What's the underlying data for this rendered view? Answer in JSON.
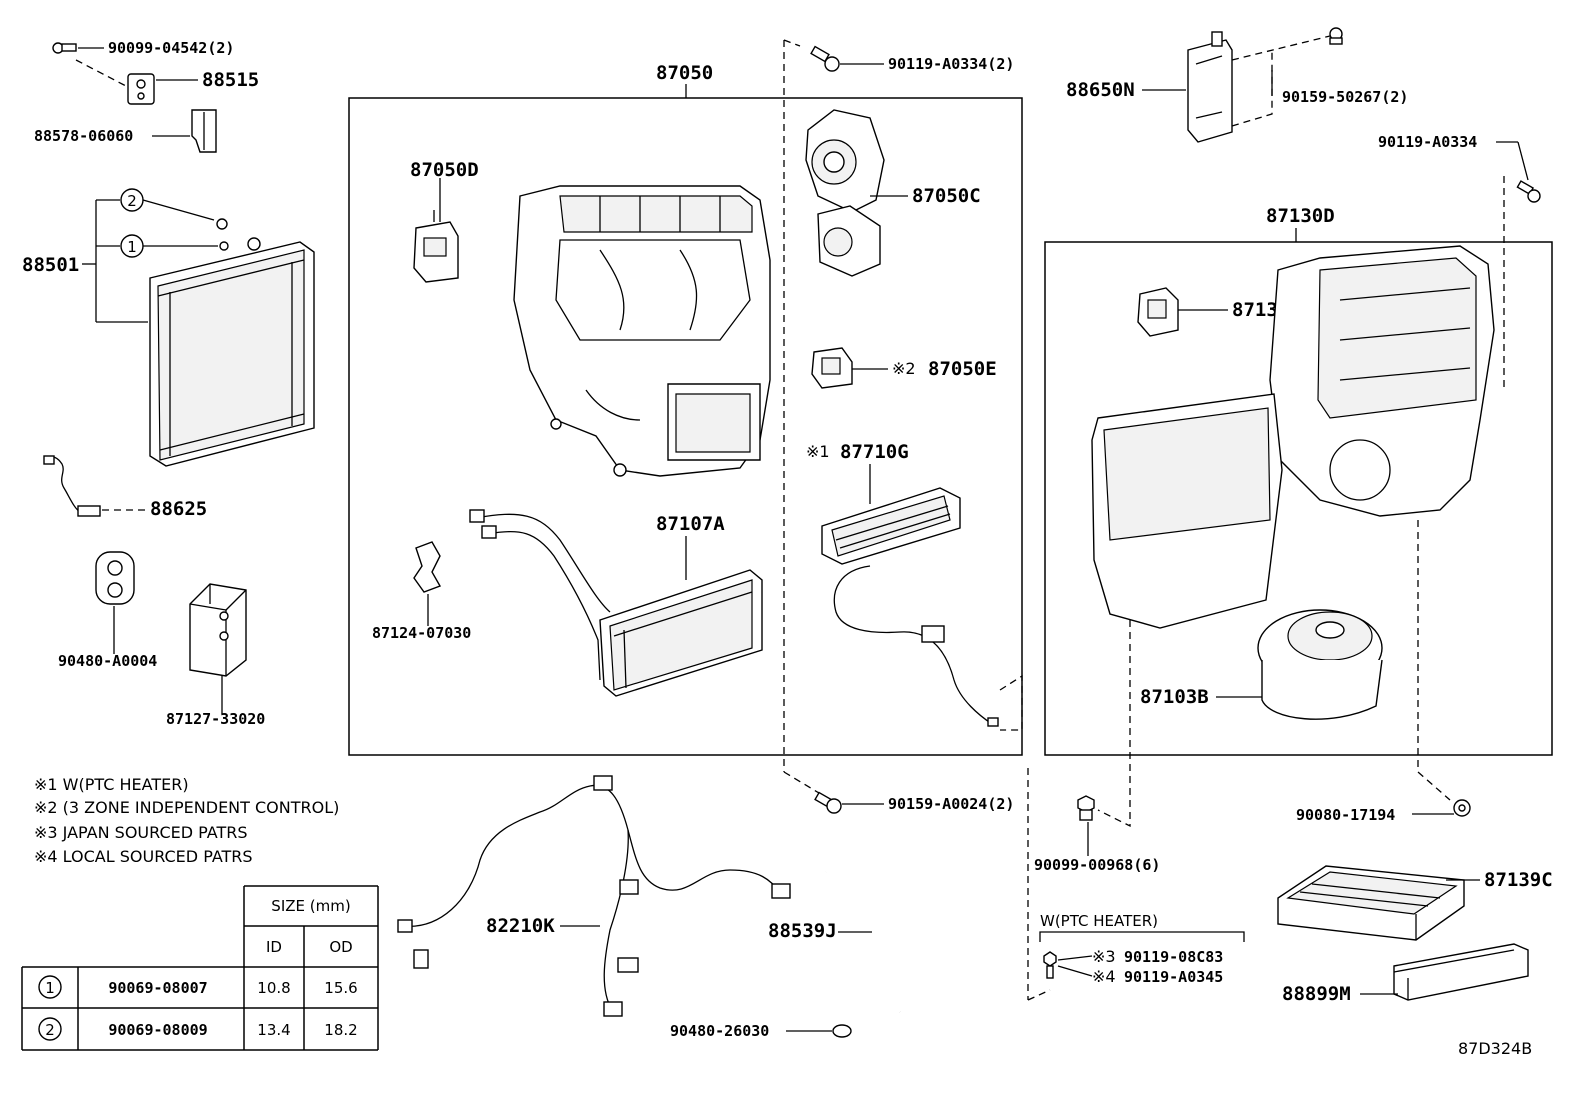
{
  "parts": {
    "p90099_04542": "90099-04542(2)",
    "p88515": "88515",
    "p88578_06060": "88578-06060",
    "p88501": "88501",
    "p88625": "88625",
    "p90480_a0004": "90480-A0004",
    "p87127_33020": "87127-33020",
    "p87050": "87050",
    "p87050d": "87050D",
    "p87050c": "87050C",
    "p87050e": "87050E",
    "p87710g": "87710G",
    "p87107a": "87107A",
    "p87124_07030": "87124-07030",
    "p90119_a0334_2": "90119-A0334(2)",
    "p90159_a0024": "90159-A0024(2)",
    "p88650n": "88650N",
    "p90159_50267": "90159-50267(2)",
    "p90119_a0334": "90119-A0334",
    "p87130d": "87130D",
    "p87130k": "87130K",
    "p87103b": "87103B",
    "p90099_00968": "90099-00968(6)",
    "p90080_17194": "90080-17194",
    "p87139c": "87139C",
    "p88899m": "88899M",
    "p82210k": "82210K",
    "p88539j": "88539J",
    "p90480_26030": "90480-26030",
    "p90119_08c83": "90119-08C83",
    "p90119_a0345": "90119-A0345"
  },
  "marks": {
    "m1": "※1",
    "m2": "※2",
    "m3": "※3",
    "m4": "※4",
    "c1": "1",
    "c2": "2"
  },
  "notes": [
    "※1 W(PTC HEATER)",
    "※2 (3 ZONE INDEPENDENT CONTROL)",
    "※3 JAPAN SOURCED PATRS",
    "※4 LOCAL SOURCED PATRS"
  ],
  "ptc_label": "W(PTC HEATER)",
  "size_table": {
    "header_size": "SIZE (mm)",
    "header_id": "ID",
    "header_od": "OD",
    "rows": [
      {
        "mark": "1",
        "part": "90069-08007",
        "id": "10.8",
        "od": "15.6"
      },
      {
        "mark": "2",
        "part": "90069-08009",
        "id": "13.4",
        "od": "18.2"
      }
    ]
  },
  "diagram_code": "87D324B"
}
